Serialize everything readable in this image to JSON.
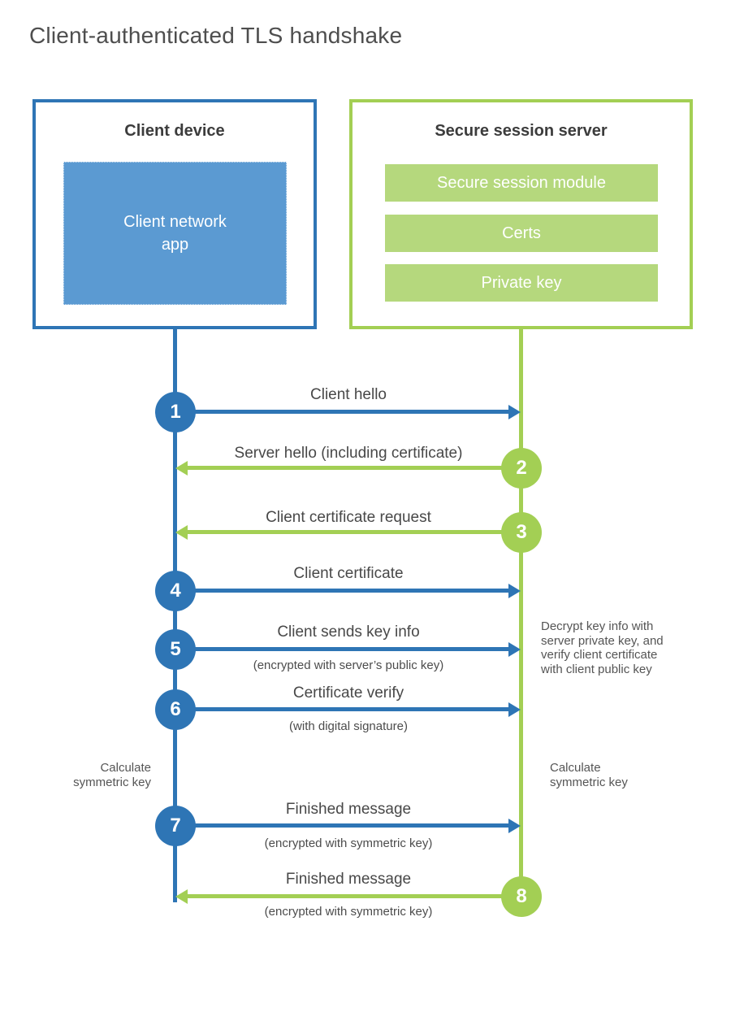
{
  "title": "Client-authenticated TLS handshake",
  "colors": {
    "blue": "#2e75b5",
    "blue_fill": "#5b9ad2",
    "green": "#a3cf54",
    "green_fill": "#b5d87d"
  },
  "client": {
    "heading": "Client device",
    "app": "Client network\napp"
  },
  "server": {
    "heading": "Secure session server",
    "modules": [
      "Secure session module",
      "Certs",
      "Private key"
    ]
  },
  "steps": [
    {
      "number": "1",
      "actor": "client",
      "direction": "right",
      "label": "Client hello"
    },
    {
      "number": "2",
      "actor": "server",
      "direction": "left",
      "label": "Server hello (including certificate)"
    },
    {
      "number": "3",
      "actor": "server",
      "direction": "left",
      "label": "Client certificate request"
    },
    {
      "number": "4",
      "actor": "client",
      "direction": "right",
      "label": "Client certificate"
    },
    {
      "number": "5",
      "actor": "client",
      "direction": "right",
      "label": "Client sends key info",
      "sublabel": "(encrypted with server’s public key)"
    },
    {
      "number": "6",
      "actor": "client",
      "direction": "right",
      "label": "Certificate verify",
      "sublabel": "(with digital signature)"
    },
    {
      "number": "7",
      "actor": "client",
      "direction": "right",
      "label": "Finished message",
      "sublabel": "(encrypted with symmetric key)"
    },
    {
      "number": "8",
      "actor": "server",
      "direction": "left",
      "label": "Finished message",
      "sublabel": "(encrypted with symmetric key)"
    }
  ],
  "notes": {
    "client_calculate": "Calculate\nsymmetric key",
    "server_decrypt": "Decrypt key info with\nserver private key, and\nverify client certificate\nwith client public key",
    "server_calculate": "Calculate\nsymmetric key"
  }
}
